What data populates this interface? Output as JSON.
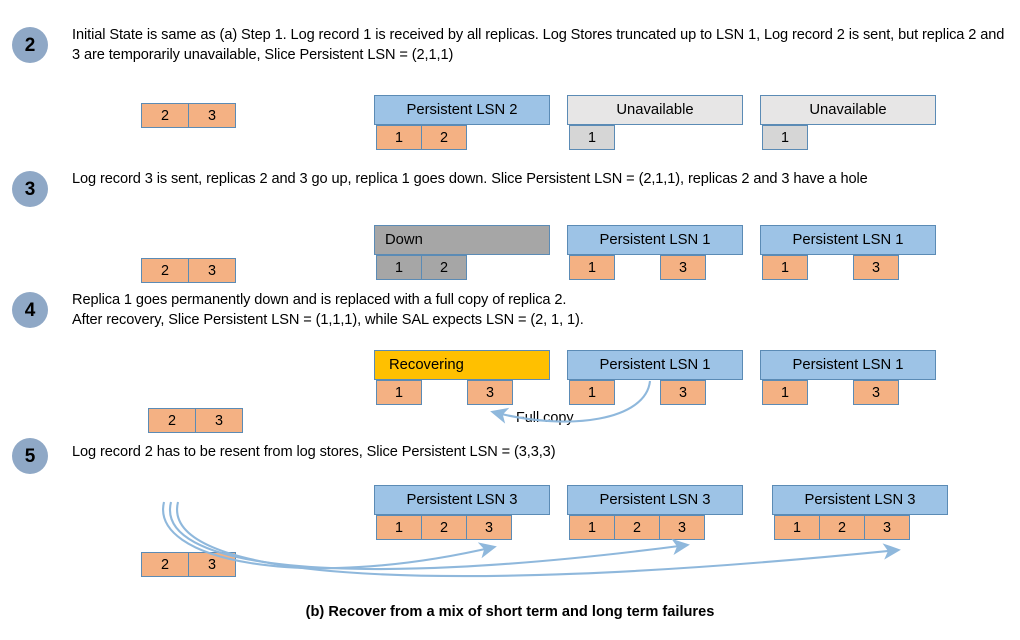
{
  "caption": "(b) Recover from a mix of short term and long term failures",
  "colors": {
    "step_circle": "#8FA8C6",
    "header_blue": "#9DC3E6",
    "header_unavailable": "#E7E6E6",
    "header_down": "#A6A6A6",
    "header_recovering": "#FFC000",
    "cell_orange": "#F4B183",
    "cell_gray": "#D6D6D6",
    "border": "#5B8BB5",
    "arrow": "#8FB8DC"
  },
  "steps": [
    {
      "number": "2",
      "text": "Initial State is same as (a) Step 1. Log record 1 is received by all replicas. Log Stores truncated up to LSN 1, Log record  2 is sent,  but replica 2 and 3 are temporarily unavailable, Slice Persistent LSN = (2,1,1)",
      "logstore": [
        "2",
        "3"
      ],
      "replicas": [
        {
          "header": "Persistent LSN 2",
          "state": "ok",
          "cells": [
            "1",
            "2",
            ""
          ]
        },
        {
          "header": "Unavailable",
          "state": "unavailable",
          "cells": [
            "1",
            "",
            ""
          ]
        },
        {
          "header": "Unavailable",
          "state": "unavailable",
          "cells": [
            "1",
            "",
            ""
          ]
        }
      ]
    },
    {
      "number": "3",
      "text": "Log record 3 is sent,  replicas 2 and 3 go up,  replica 1 goes down. Slice Persistent LSN = (2,1,1), replicas 2 and 3 have a hole",
      "logstore": [
        "2",
        "3"
      ],
      "replicas": [
        {
          "header": "Down",
          "state": "down",
          "cells": [
            "1",
            "2",
            ""
          ]
        },
        {
          "header": "Persistent LSN 1",
          "state": "ok",
          "cells": [
            "1",
            "",
            "3"
          ]
        },
        {
          "header": "Persistent LSN 1",
          "state": "ok",
          "cells": [
            "1",
            "",
            "3"
          ]
        }
      ]
    },
    {
      "number": "4",
      "text": "Replica 1 goes permanently down and is replaced with a full copy of replica 2.\nAfter recovery, Slice Persistent LSN = (1,1,1), while SAL expects LSN = (2, 1, 1).",
      "logstore": [
        "2",
        "3"
      ],
      "replicas": [
        {
          "header": "Recovering",
          "state": "recovering",
          "cells": [
            "1",
            "",
            "3"
          ]
        },
        {
          "header": "Persistent LSN 1",
          "state": "ok",
          "cells": [
            "1",
            "",
            "3"
          ]
        },
        {
          "header": "Persistent LSN 1",
          "state": "ok",
          "cells": [
            "1",
            "",
            "3"
          ]
        }
      ]
    },
    {
      "number": "5",
      "text": "Log record 2 has to be resent from log stores, Slice Persistent LSN = (3,3,3)",
      "logstore": [
        "2",
        "3"
      ],
      "replicas": [
        {
          "header": "Persistent LSN 3",
          "state": "ok",
          "cells": [
            "1",
            "2",
            "3"
          ]
        },
        {
          "header": "Persistent LSN 3",
          "state": "ok",
          "cells": [
            "1",
            "2",
            "3"
          ]
        },
        {
          "header": "Persistent LSN 3",
          "state": "ok",
          "cells": [
            "1",
            "2",
            "3"
          ]
        }
      ]
    }
  ],
  "annotations": {
    "full_copy_label": "Full copy"
  }
}
